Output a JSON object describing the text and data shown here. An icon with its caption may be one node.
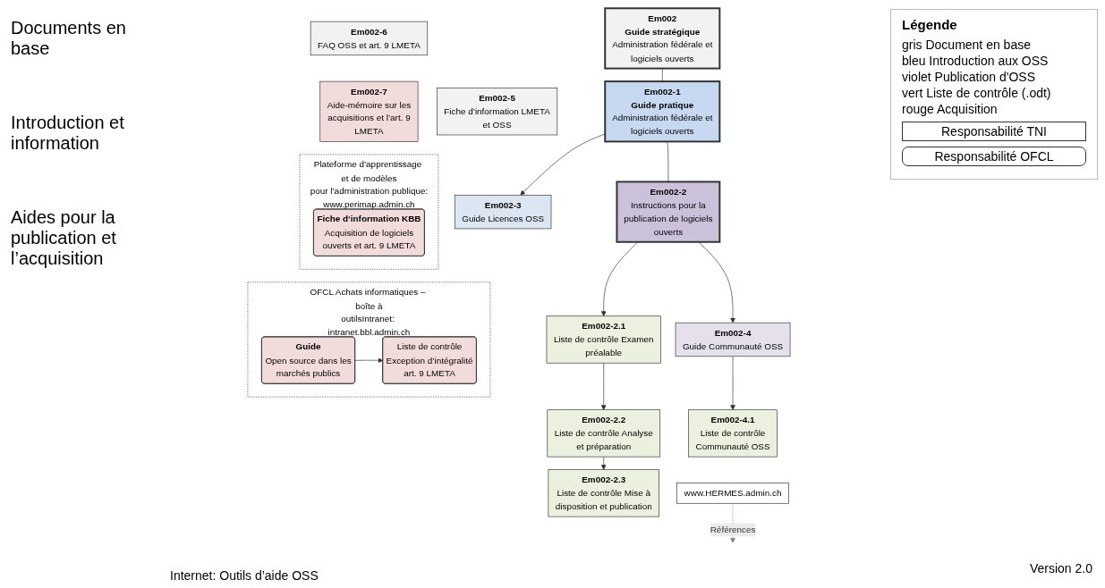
{
  "diagram": {
    "nodes": [
      {
        "text": [
          "Em002",
          "Guide stratégique",
          "Administration fédérale et logiciels ouverts"
        ]
      },
      {
        "text": [
          "Em002-5",
          "Fiche d’information LMETA et OSS"
        ]
      },
      {
        "text": [
          "Em002-6",
          "FAQ OSS et art. 9 LMETA"
        ]
      },
      {
        "text": [
          "Em002-1",
          "Guide pratique",
          "Administration fédérale et logiciels ouverts"
        ]
      },
      {
        "text": [
          "Em002-3",
          "Guide Licences OSS"
        ]
      },
      {
        "text": [
          "Em002-7",
          "Aide-mémoire sur les acquisitions et l’art. 9 LMETA"
        ]
      },
      {
        "text": [
          "Em002-2",
          "Instructions pour la publication de logiciels ouverts"
        ]
      },
      {
        "text": [
          "Em002-4",
          "Guide Communauté OSS"
        ]
      },
      {
        "text": [
          "Plateforme d’apprentissage et de modèles pour l’administration publique: www.perimap.admin.ch"
        ]
      },
      {
        "text": [
          "Fiche d‘information KBB",
          "Acquisition de logiciels ouverts et art. 9 LMETA"
        ],
        "in": 8
      },
      {
        "text": [
          "Em002-2.1",
          "Liste de contrôle Examen préalable"
        ]
      },
      {
        "text": [
          "Em002-4.1",
          "Liste de contrôle Communauté OSS"
        ]
      },
      {
        "text": [
          "Em002-2.2",
          "Liste de contrôle Analyse et préparation"
        ]
      },
      {
        "text": [
          "OFCL Achats informatiques – boîte à outilsIntranet: intranet.bbl.admin.ch"
        ]
      },
      {
        "text": [
          "Guide",
          "Open source dans les marchés publics"
        ],
        "in": 13
      },
      {
        "text": [
          "Liste de contrôle Exception d’intégralité art. 9 LMETA"
        ],
        "in": 13
      },
      {
        "text": [
          "Em002-2.3",
          "Liste de contrôle Mise à disposition et publication"
        ]
      },
      {
        "text": [
          "www.HERMES.admin.ch"
        ]
      }
    ],
    "edges": [
      {
        "from": 0,
        "to": 3,
        "arrow": "none"
      },
      {
        "from": 3,
        "to": 4,
        "arrow": "to"
      },
      {
        "from": 3,
        "to": 6,
        "arrow": "none"
      },
      {
        "from": 6,
        "to": 7,
        "arrow": "to"
      },
      {
        "from": 6,
        "to": 10,
        "arrow": "to"
      },
      {
        "from": 7,
        "to": 11,
        "arrow": "to"
      },
      {
        "from": 10,
        "to": 12,
        "arrow": "to"
      },
      {
        "from": 12,
        "to": 16,
        "arrow": "to"
      },
      {
        "from": 14,
        "to": 15,
        "arrow": "to"
      },
      {
        "from": 17,
        "to": null,
        "arrow": "to",
        "label": "Références",
        "style": "dashed",
        "color": "#808080"
      }
    ],
    "labels": [
      "Documents en base",
      "Introduction et information",
      "Aides pour la publication et l’acquisition",
      "Légende",
      "Internet: Outils d’aide OSS",
      "Version 2.0"
    ],
    "legend": [
      {
        "text": "gris Document en base"
      },
      {
        "text": "bleu Introduction aux OSS"
      },
      {
        "text": "violet Publication d'OSS"
      },
      {
        "text": "vert Liste de contrôle (.odt)"
      },
      {
        "text": "rouge Acquisition"
      },
      {
        "text": "Responsabilité TNI"
      },
      {
        "text": "Responsabilité OFCL"
      }
    ]
  }
}
